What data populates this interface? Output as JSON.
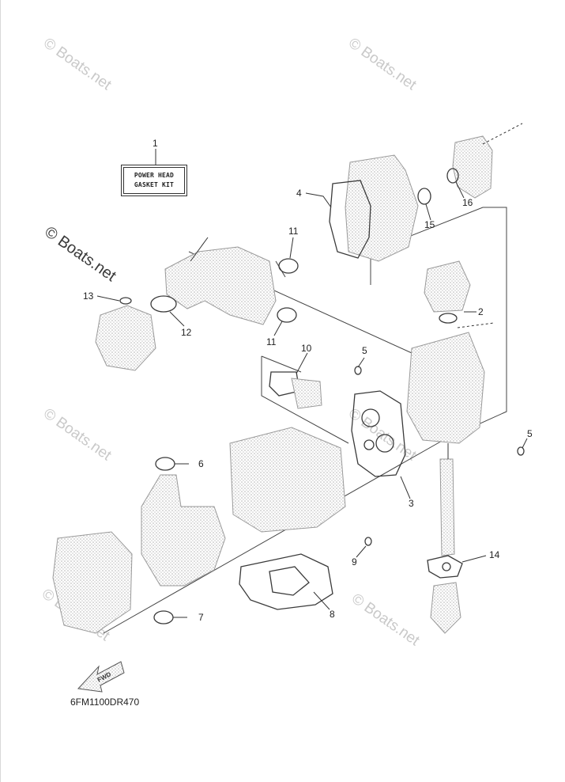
{
  "kit_label": {
    "line1": "POWER HEAD",
    "line2": "GASKET KIT"
  },
  "callouts": {
    "n1": "1",
    "n2": "2",
    "n3": "3",
    "n4": "4",
    "n5a": "5",
    "n5b": "5",
    "n6": "6",
    "n7": "7",
    "n8": "8",
    "n9": "9",
    "n10": "10",
    "n11a": "11",
    "n11b": "11",
    "n12": "12",
    "n13": "13",
    "n14": "14",
    "n15": "15",
    "n16": "16"
  },
  "watermark": {
    "main": "© Boats.net",
    "faint": "© Boats.net"
  },
  "diagram_code": "6FM1100DR470",
  "fwd_label": "FWD"
}
